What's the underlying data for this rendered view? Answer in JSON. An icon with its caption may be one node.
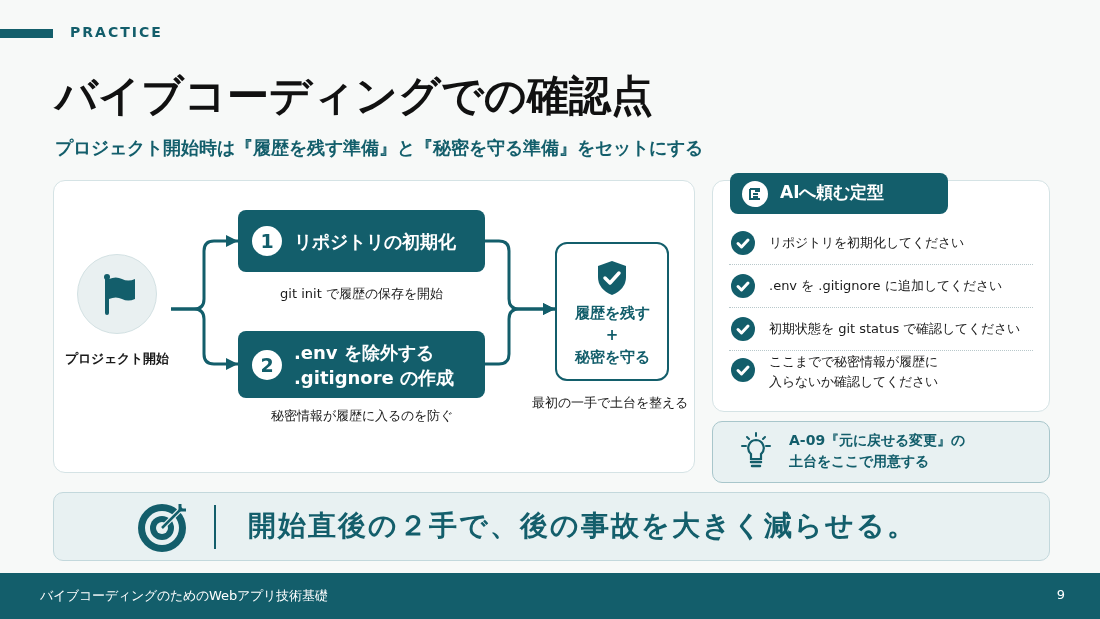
{
  "diagram": {
    "title": "バイブコーディングでの確認点",
    "nodes": [
      {
        "text": [],
        "shape": "box"
      },
      {
        "text": [
          "プロジェクト開始"
        ],
        "in": 0
      },
      {
        "text": [
          "1",
          "リポジトリの初期化"
        ],
        "beside": [
          "git init で履歴の保存を開始"
        ],
        "in": 0
      },
      {
        "text": [
          "2",
          ".env を除外する .gitignore の作成"
        ],
        "beside": [
          "秘密情報が履歴に入るのを防ぐ"
        ],
        "in": 0
      },
      {
        "text": [
          "履歴を残す + 秘密を守る"
        ],
        "beside": [
          "最初の一手で土台を整える"
        ],
        "in": 0
      },
      {
        "text": [
          "AIへ頼む定型"
        ]
      },
      {
        "text": [
          "A-09『元に戻せる変更』の土台をここで用意する"
        ]
      },
      {
        "text": [
          "開始直後の２手で、後の事故を大きく減らせる。"
        ]
      }
    ],
    "edges": [
      {
        "from": 1,
        "to": 2,
        "arrow": "to"
      },
      {
        "from": 1,
        "to": 3,
        "arrow": "to"
      },
      {
        "from": 2,
        "to": 4,
        "arrow": "to"
      },
      {
        "from": 3,
        "to": 4,
        "arrow": "to"
      }
    ],
    "labels": [
      "PRACTICE",
      "プロジェクト開始時は『履歴を残す準備』と『秘密を守る準備』をセットにする",
      "リポジトリを初期化してください",
      ".env を .gitignore に追加してください",
      "初期状態を git status で確認してください",
      "ここまでで秘密情報が履歴に入らないか確認してください",
      "バイブコーディングのためのWebアプリ技術基礎",
      "9"
    ]
  }
}
